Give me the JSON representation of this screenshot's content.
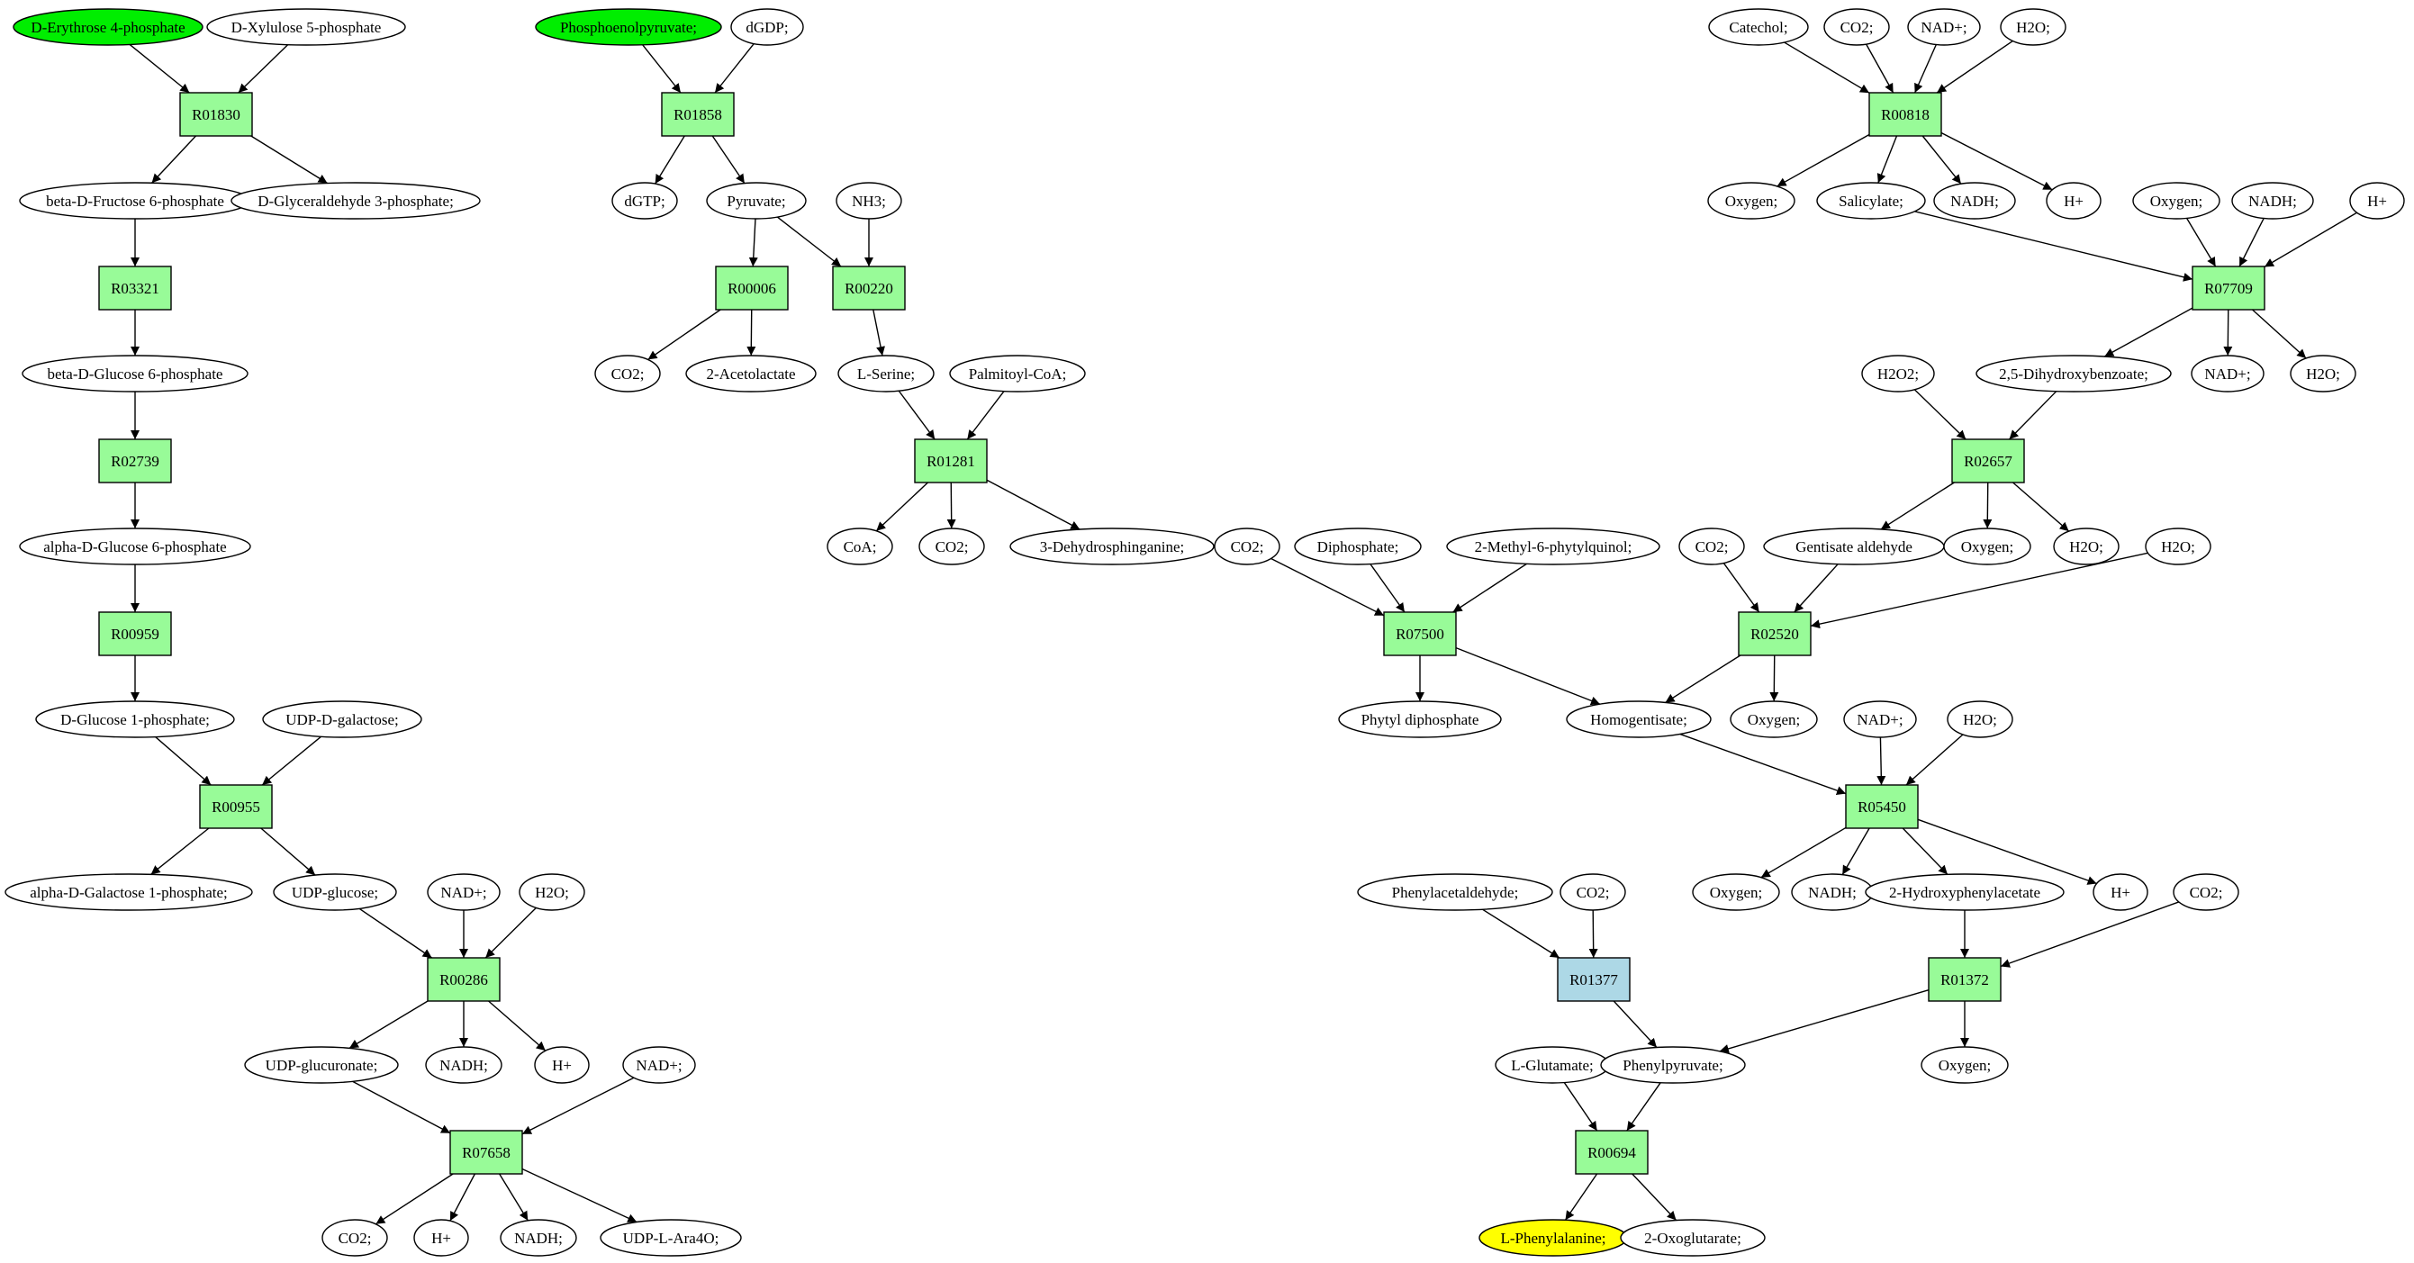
{
  "colors": {
    "start": "#00ee00",
    "target": "#ffff00",
    "reaction": "#98fb98",
    "reaction_alt": "#add8e6",
    "metabolite": "#ffffff",
    "stroke": "#000000"
  },
  "nodes": [
    {
      "id": "m1",
      "label": "D-Erythrose 4-phosphate",
      "kind": "start"
    },
    {
      "id": "m2",
      "label": "D-Xylulose 5-phosphate",
      "kind": "metabolite"
    },
    {
      "id": "r1",
      "label": "R01830",
      "kind": "reaction"
    },
    {
      "id": "m3",
      "label": "beta-D-Fructose 6-phosphate",
      "kind": "metabolite"
    },
    {
      "id": "m4",
      "label": "D-Glyceraldehyde 3-phosphate;",
      "kind": "metabolite"
    },
    {
      "id": "r2",
      "label": "R03321",
      "kind": "reaction"
    },
    {
      "id": "m5",
      "label": "beta-D-Glucose 6-phosphate",
      "kind": "metabolite"
    },
    {
      "id": "r3",
      "label": "R02739",
      "kind": "reaction"
    },
    {
      "id": "m6",
      "label": "alpha-D-Glucose 6-phosphate",
      "kind": "metabolite"
    },
    {
      "id": "r4",
      "label": "R00959",
      "kind": "reaction"
    },
    {
      "id": "m7",
      "label": "D-Glucose 1-phosphate;",
      "kind": "metabolite"
    },
    {
      "id": "m8",
      "label": "UDP-D-galactose;",
      "kind": "metabolite"
    },
    {
      "id": "r5",
      "label": "R00955",
      "kind": "reaction"
    },
    {
      "id": "m9",
      "label": "alpha-D-Galactose 1-phosphate;",
      "kind": "metabolite"
    },
    {
      "id": "m10",
      "label": "UDP-glucose;",
      "kind": "metabolite"
    },
    {
      "id": "m11",
      "label": "NAD+;",
      "kind": "metabolite"
    },
    {
      "id": "m12",
      "label": "H2O;",
      "kind": "metabolite"
    },
    {
      "id": "r6",
      "label": "R00286",
      "kind": "reaction"
    },
    {
      "id": "m13",
      "label": "UDP-glucuronate;",
      "kind": "metabolite"
    },
    {
      "id": "m14",
      "label": "NADH;",
      "kind": "metabolite"
    },
    {
      "id": "m15",
      "label": "H+",
      "kind": "metabolite"
    },
    {
      "id": "m16",
      "label": "NAD+;",
      "kind": "metabolite"
    },
    {
      "id": "r7",
      "label": "R07658",
      "kind": "reaction"
    },
    {
      "id": "m17",
      "label": "CO2;",
      "kind": "metabolite"
    },
    {
      "id": "m18",
      "label": "H+",
      "kind": "metabolite"
    },
    {
      "id": "m19",
      "label": "NADH;",
      "kind": "metabolite"
    },
    {
      "id": "m20",
      "label": "UDP-L-Ara4O;",
      "kind": "metabolite"
    },
    {
      "id": "m21",
      "label": "Phosphoenolpyruvate;",
      "kind": "start"
    },
    {
      "id": "m22",
      "label": "dGDP;",
      "kind": "metabolite"
    },
    {
      "id": "r8",
      "label": "R01858",
      "kind": "reaction"
    },
    {
      "id": "m23",
      "label": "dGTP;",
      "kind": "metabolite"
    },
    {
      "id": "m24",
      "label": "Pyruvate;",
      "kind": "metabolite"
    },
    {
      "id": "m25",
      "label": "NH3;",
      "kind": "metabolite"
    },
    {
      "id": "r9",
      "label": "R00006",
      "kind": "reaction"
    },
    {
      "id": "r10",
      "label": "R00220",
      "kind": "reaction"
    },
    {
      "id": "m26",
      "label": "CO2;",
      "kind": "metabolite"
    },
    {
      "id": "m27",
      "label": "2-Acetolactate",
      "kind": "metabolite"
    },
    {
      "id": "m28",
      "label": "L-Serine;",
      "kind": "metabolite"
    },
    {
      "id": "m29",
      "label": "Palmitoyl-CoA;",
      "kind": "metabolite"
    },
    {
      "id": "r11",
      "label": "R01281",
      "kind": "reaction"
    },
    {
      "id": "m30",
      "label": "CoA;",
      "kind": "metabolite"
    },
    {
      "id": "m31",
      "label": "CO2;",
      "kind": "metabolite"
    },
    {
      "id": "m32",
      "label": "3-Dehydrosphinganine;",
      "kind": "metabolite"
    },
    {
      "id": "m33",
      "label": "Catechol;",
      "kind": "metabolite"
    },
    {
      "id": "m34",
      "label": "CO2;",
      "kind": "metabolite"
    },
    {
      "id": "m35",
      "label": "NAD+;",
      "kind": "metabolite"
    },
    {
      "id": "m36",
      "label": "H2O;",
      "kind": "metabolite"
    },
    {
      "id": "r12",
      "label": "R00818",
      "kind": "reaction"
    },
    {
      "id": "m37",
      "label": "Oxygen;",
      "kind": "metabolite"
    },
    {
      "id": "m38",
      "label": "Salicylate;",
      "kind": "metabolite"
    },
    {
      "id": "m39",
      "label": "NADH;",
      "kind": "metabolite"
    },
    {
      "id": "m40",
      "label": "H+",
      "kind": "metabolite"
    },
    {
      "id": "m41",
      "label": "Oxygen;",
      "kind": "metabolite"
    },
    {
      "id": "m42",
      "label": "NADH;",
      "kind": "metabolite"
    },
    {
      "id": "m43",
      "label": "H+",
      "kind": "metabolite"
    },
    {
      "id": "r13",
      "label": "R07709",
      "kind": "reaction"
    },
    {
      "id": "m44",
      "label": "H2O2;",
      "kind": "metabolite"
    },
    {
      "id": "m45",
      "label": "2,5-Dihydroxybenzoate;",
      "kind": "metabolite"
    },
    {
      "id": "m46",
      "label": "NAD+;",
      "kind": "metabolite"
    },
    {
      "id": "m47",
      "label": "H2O;",
      "kind": "metabolite"
    },
    {
      "id": "r14",
      "label": "R02657",
      "kind": "reaction"
    },
    {
      "id": "m48",
      "label": "Gentisate aldehyde",
      "kind": "metabolite"
    },
    {
      "id": "m49",
      "label": "Oxygen;",
      "kind": "metabolite"
    },
    {
      "id": "m50",
      "label": "H2O;",
      "kind": "metabolite"
    },
    {
      "id": "m51",
      "label": "CO2;",
      "kind": "metabolite"
    },
    {
      "id": "m52",
      "label": "H2O;",
      "kind": "metabolite"
    },
    {
      "id": "r15",
      "label": "R02520",
      "kind": "reaction"
    },
    {
      "id": "m53",
      "label": "CO2;",
      "kind": "metabolite"
    },
    {
      "id": "m54",
      "label": "Diphosphate;",
      "kind": "metabolite"
    },
    {
      "id": "m55",
      "label": "2-Methyl-6-phytylquinol;",
      "kind": "metabolite"
    },
    {
      "id": "r16",
      "label": "R07500",
      "kind": "reaction"
    },
    {
      "id": "m56",
      "label": "Phytyl diphosphate",
      "kind": "metabolite"
    },
    {
      "id": "m57",
      "label": "Homogentisate;",
      "kind": "metabolite"
    },
    {
      "id": "m58",
      "label": "Oxygen;",
      "kind": "metabolite"
    },
    {
      "id": "m59",
      "label": "NAD+;",
      "kind": "metabolite"
    },
    {
      "id": "m60",
      "label": "H2O;",
      "kind": "metabolite"
    },
    {
      "id": "r17",
      "label": "R05450",
      "kind": "reaction"
    },
    {
      "id": "m61",
      "label": "Oxygen;",
      "kind": "metabolite"
    },
    {
      "id": "m62",
      "label": "NADH;",
      "kind": "metabolite"
    },
    {
      "id": "m63",
      "label": "2-Hydroxyphenylacetate",
      "kind": "metabolite"
    },
    {
      "id": "m64",
      "label": "H+",
      "kind": "metabolite"
    },
    {
      "id": "m65",
      "label": "CO2;",
      "kind": "metabolite"
    },
    {
      "id": "m66",
      "label": "Phenylacetaldehyde;",
      "kind": "metabolite"
    },
    {
      "id": "m67",
      "label": "CO2;",
      "kind": "metabolite"
    },
    {
      "id": "r18",
      "label": "R01377",
      "kind": "reaction_alt"
    },
    {
      "id": "r19",
      "label": "R01372",
      "kind": "reaction"
    },
    {
      "id": "m68",
      "label": "L-Glutamate;",
      "kind": "metabolite"
    },
    {
      "id": "m69",
      "label": "Phenylpyruvate;",
      "kind": "metabolite"
    },
    {
      "id": "m70",
      "label": "Oxygen;",
      "kind": "metabolite"
    },
    {
      "id": "r20",
      "label": "R00694",
      "kind": "reaction"
    },
    {
      "id": "m71",
      "label": "L-Phenylalanine;",
      "kind": "target"
    },
    {
      "id": "m72",
      "label": "2-Oxoglutarate;",
      "kind": "metabolite"
    }
  ],
  "edges": [
    [
      "m1",
      "r1"
    ],
    [
      "m2",
      "r1"
    ],
    [
      "r1",
      "m3"
    ],
    [
      "r1",
      "m4"
    ],
    [
      "m3",
      "r2"
    ],
    [
      "r2",
      "m5"
    ],
    [
      "m5",
      "r3"
    ],
    [
      "r3",
      "m6"
    ],
    [
      "m6",
      "r4"
    ],
    [
      "r4",
      "m7"
    ],
    [
      "m7",
      "r5"
    ],
    [
      "m8",
      "r5"
    ],
    [
      "r5",
      "m9"
    ],
    [
      "r5",
      "m10"
    ],
    [
      "m10",
      "r6"
    ],
    [
      "m11",
      "r6"
    ],
    [
      "m12",
      "r6"
    ],
    [
      "r6",
      "m13"
    ],
    [
      "r6",
      "m14"
    ],
    [
      "r6",
      "m15"
    ],
    [
      "m13",
      "r7"
    ],
    [
      "m16",
      "r7"
    ],
    [
      "r7",
      "m17"
    ],
    [
      "r7",
      "m18"
    ],
    [
      "r7",
      "m19"
    ],
    [
      "r7",
      "m20"
    ],
    [
      "m21",
      "r8"
    ],
    [
      "m22",
      "r8"
    ],
    [
      "r8",
      "m23"
    ],
    [
      "r8",
      "m24"
    ],
    [
      "m24",
      "r9"
    ],
    [
      "m24",
      "r10"
    ],
    [
      "m25",
      "r10"
    ],
    [
      "r9",
      "m26"
    ],
    [
      "r9",
      "m27"
    ],
    [
      "r10",
      "m28"
    ],
    [
      "m28",
      "r11"
    ],
    [
      "m29",
      "r11"
    ],
    [
      "r11",
      "m30"
    ],
    [
      "r11",
      "m31"
    ],
    [
      "r11",
      "m32"
    ],
    [
      "m33",
      "r12"
    ],
    [
      "m34",
      "r12"
    ],
    [
      "m35",
      "r12"
    ],
    [
      "m36",
      "r12"
    ],
    [
      "r12",
      "m37"
    ],
    [
      "r12",
      "m38"
    ],
    [
      "r12",
      "m39"
    ],
    [
      "r12",
      "m40"
    ],
    [
      "m38",
      "r13"
    ],
    [
      "m41",
      "r13"
    ],
    [
      "m42",
      "r13"
    ],
    [
      "m43",
      "r13"
    ],
    [
      "r13",
      "m45"
    ],
    [
      "r13",
      "m46"
    ],
    [
      "r13",
      "m47"
    ],
    [
      "m44",
      "r14"
    ],
    [
      "m45",
      "r14"
    ],
    [
      "r14",
      "m48"
    ],
    [
      "r14",
      "m49"
    ],
    [
      "r14",
      "m50"
    ],
    [
      "m48",
      "r15"
    ],
    [
      "m51",
      "r15"
    ],
    [
      "m52",
      "r15"
    ],
    [
      "r15",
      "m57"
    ],
    [
      "r15",
      "m58"
    ],
    [
      "m53",
      "r16"
    ],
    [
      "m54",
      "r16"
    ],
    [
      "m55",
      "r16"
    ],
    [
      "r16",
      "m56"
    ],
    [
      "r16",
      "m57"
    ],
    [
      "m57",
      "r17"
    ],
    [
      "m59",
      "r17"
    ],
    [
      "m60",
      "r17"
    ],
    [
      "r17",
      "m61"
    ],
    [
      "r17",
      "m62"
    ],
    [
      "r17",
      "m63"
    ],
    [
      "r17",
      "m64"
    ],
    [
      "m63",
      "r19"
    ],
    [
      "m65",
      "r19"
    ],
    [
      "r19",
      "m69"
    ],
    [
      "r19",
      "m70"
    ],
    [
      "m66",
      "r18"
    ],
    [
      "m67",
      "r18"
    ],
    [
      "r18",
      "m69"
    ],
    [
      "m68",
      "r20"
    ],
    [
      "m69",
      "r20"
    ],
    [
      "r20",
      "m71"
    ],
    [
      "r20",
      "m72"
    ]
  ]
}
